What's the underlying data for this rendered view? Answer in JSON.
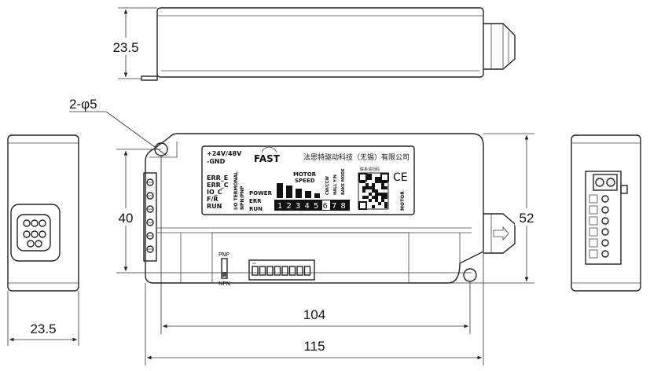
{
  "dimensions": {
    "top_height": "23.5",
    "hole_spec": "2-φ5",
    "hole_vertical": "40",
    "body_height": "52",
    "hole_horizontal": "104",
    "body_length": "115",
    "side_width": "23.5"
  },
  "label": {
    "power_line1": "+24V/48V",
    "power_line2": "-GND",
    "brand": "FAST",
    "company": "法思特驱动科技（无锡）有限公司",
    "qr_caption": "联系请扫码",
    "ce_mark": "CE",
    "io_pins": [
      "ERR_E",
      "ERR_C",
      "IO_C",
      "F/R",
      "RUN"
    ],
    "io_terminal": "I/O TERMONAL",
    "npn_pnp": "NPN/PNP",
    "leds": [
      "POWER",
      "ERR",
      "RUN"
    ],
    "motor_speed_line1": "MOTOR",
    "motor_speed_line2": "SPEED",
    "dip_numbers": [
      "1",
      "2",
      "3",
      "4",
      "5",
      "6",
      "7",
      "8"
    ],
    "dip_functions": [
      "CW/CCW",
      "HALL Y/N",
      "BAKE MODE"
    ],
    "motor": "MOTOR"
  },
  "switch": {
    "top": "PNP",
    "bottom": "NPN",
    "dip_on": "ON"
  }
}
